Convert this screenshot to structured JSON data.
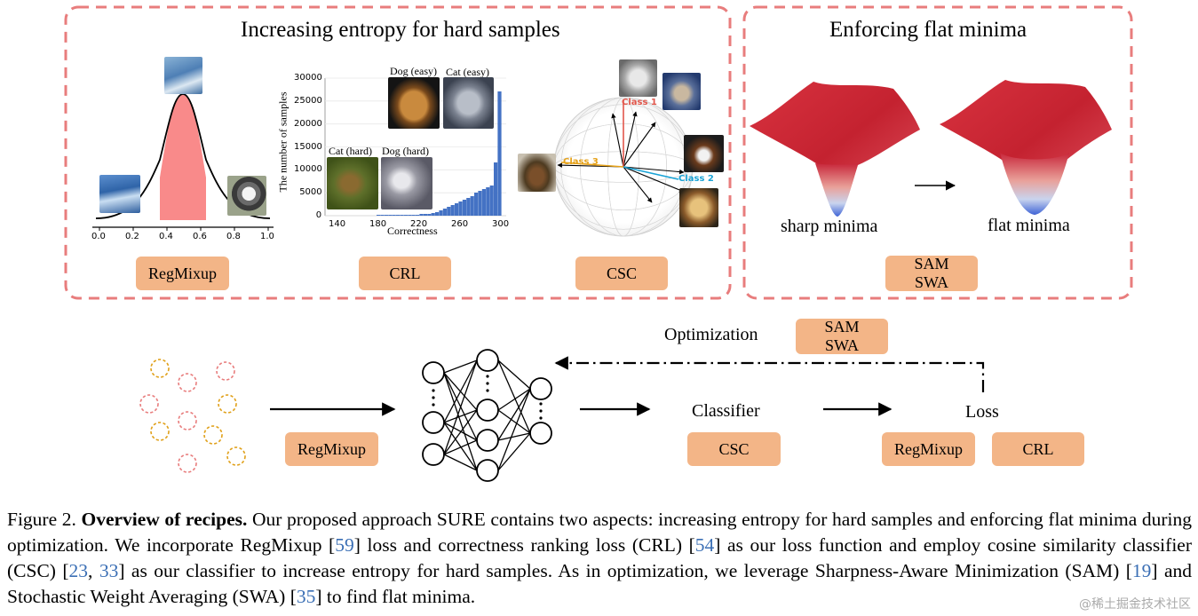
{
  "panels": {
    "entropy": {
      "title": "Increasing entropy for hard samples",
      "bell_ticks": [
        "0.0",
        "0.2",
        "0.4",
        "0.6",
        "0.8",
        "1.0"
      ],
      "crl_chart": {
        "ylabel": "The number of samples",
        "xlabel": "Correctness",
        "yticks": [
          "30000",
          "25000",
          "20000",
          "15000",
          "10000",
          "5000",
          "0"
        ],
        "xticks": [
          "140",
          "180",
          "220",
          "260",
          "300"
        ],
        "img_labels": {
          "dog_easy": "Dog (easy)",
          "cat_easy": "Cat (easy)",
          "cat_hard": "Cat (hard)",
          "dog_hard": "Dog (hard)"
        }
      },
      "sphere": {
        "class1": "Class 1",
        "class2": "Class 2",
        "class3": "Class 3",
        "colors": {
          "class1": "#e2574c",
          "class2": "#1aa3d6",
          "class3": "#e6a21a"
        }
      },
      "badges": {
        "regmixup": "RegMixup",
        "crl": "CRL",
        "csc": "CSC"
      }
    },
    "flat": {
      "title": "Enforcing flat minima",
      "sharp_label": "sharp minima",
      "flat_label": "flat minima",
      "badge_line1": "SAM",
      "badge_line2": "SWA"
    }
  },
  "pipeline": {
    "optimization_label": "Optimization",
    "opt_badge_line1": "SAM",
    "opt_badge_line2": "SWA",
    "input_badge": "RegMixup",
    "classifier_label": "Classifier",
    "classifier_badge": "CSC",
    "loss_label": "Loss",
    "loss_badge1": "RegMixup",
    "loss_badge2": "CRL"
  },
  "caption": {
    "fig": "Figure 2.",
    "bold": "Overview of recipes.",
    "t1": " Our proposed approach SURE contains two aspects: increasing entropy for hard samples and enforcing flat minima during optimization. We incorporate RegMixup [",
    "r1": "59",
    "t2": "] loss and correctness ranking loss (CRL) [",
    "r2": "54",
    "t3": "] as our loss function and employ cosine similarity classifier (CSC)  [",
    "r3": "23",
    "t4": ", ",
    "r4": "33",
    "t5": "] as our classifier to increase entropy for hard samples. As in optimization, we leverage Sharpness-Aware Minimization (SAM) [",
    "r5": "19",
    "t6": "] and Stochastic Weight Averaging (SWA) [",
    "r6": "35",
    "t7": "] to find flat minima."
  },
  "watermark": "@稀土掘金技术社区",
  "colors": {
    "dash_border": "#e87d7d",
    "badge": "#f3b587",
    "ring_red": "#e87d7d",
    "ring_orange": "#e0a019",
    "bars": "#4472c4"
  }
}
